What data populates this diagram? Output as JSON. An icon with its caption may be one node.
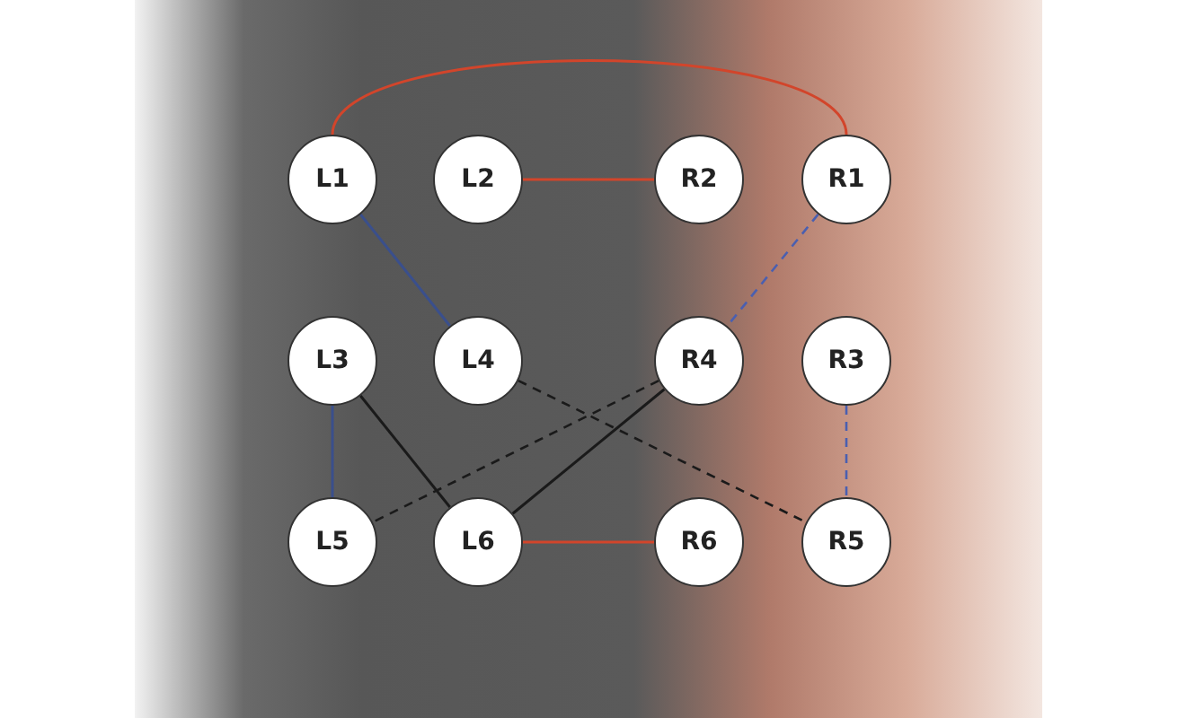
{
  "diagram": {
    "nodes": [
      {
        "text": [
          "L1"
        ]
      },
      {
        "text": [
          "L2"
        ]
      },
      {
        "text": [
          "R2"
        ]
      },
      {
        "text": [
          "R1"
        ]
      },
      {
        "text": [
          "L3"
        ]
      },
      {
        "text": [
          "L4"
        ]
      },
      {
        "text": [
          "R4"
        ]
      },
      {
        "text": [
          "R3"
        ]
      },
      {
        "text": [
          "L5"
        ]
      },
      {
        "text": [
          "L6"
        ]
      },
      {
        "text": [
          "R6"
        ]
      },
      {
        "text": [
          "R5"
        ]
      }
    ],
    "edges": [
      {
        "from": 0,
        "to": 3,
        "arrow": "none",
        "color": "#d2452b"
      },
      {
        "from": 1,
        "to": 2,
        "arrow": "none",
        "color": "#d2452b"
      },
      {
        "from": 0,
        "to": 5,
        "arrow": "none",
        "color": "#3a4f8c"
      },
      {
        "from": 3,
        "to": 6,
        "arrow": "none",
        "style": "dashed",
        "color": "#4a5fb0"
      },
      {
        "from": 4,
        "to": 8,
        "arrow": "none",
        "color": "#3a4f8c"
      },
      {
        "from": 4,
        "to": 9,
        "arrow": "none"
      },
      {
        "from": 5,
        "to": 11,
        "arrow": "none",
        "style": "dashed"
      },
      {
        "from": 6,
        "to": 8,
        "arrow": "none",
        "style": "dashed"
      },
      {
        "from": 6,
        "to": 9,
        "arrow": "none"
      },
      {
        "from": 7,
        "to": 11,
        "arrow": "none",
        "style": "dashed",
        "color": "#4a5fb0"
      },
      {
        "from": 9,
        "to": 10,
        "arrow": "none",
        "color": "#d2452b"
      }
    ]
  }
}
